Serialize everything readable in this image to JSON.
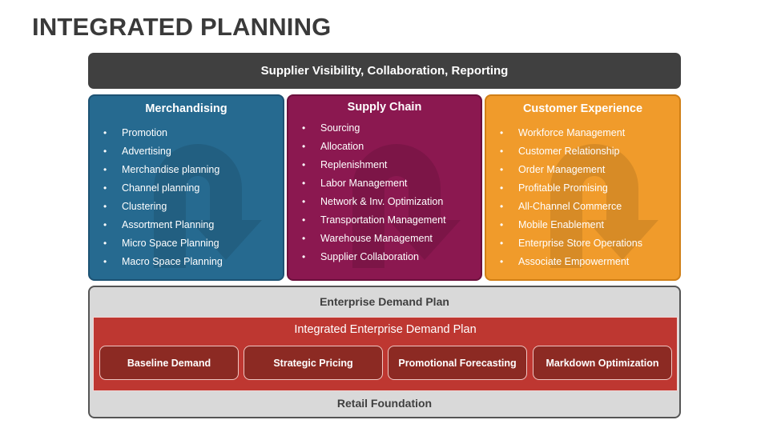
{
  "title": "INTEGRATED PLANNING",
  "top_bar": "Supplier Visibility, Collaboration, Reporting",
  "columns": [
    {
      "title": "Merchandising",
      "color": "#266a90",
      "items": [
        "Promotion",
        "Advertising",
        "Merchandise planning",
        "Channel planning",
        "Clustering",
        "Assortment Planning",
        "Micro Space Planning",
        "Macro Space Planning"
      ]
    },
    {
      "title": "Supply Chain",
      "color": "#8b1850",
      "items": [
        "Sourcing",
        "Allocation",
        "Replenishment",
        "Labor Management",
        "Network & Inv. Optimization",
        "Transportation Management",
        "Warehouse Management",
        "Supplier Collaboration"
      ]
    },
    {
      "title": "Customer Experience",
      "color": "#f09b2b",
      "items": [
        "Workforce Management",
        "Customer Relationship",
        "Order Management",
        "Profitable Promising",
        "All-Channel Commerce",
        "Mobile Enablement",
        "Enterprise Store Operations",
        "Associate Empowerment"
      ]
    }
  ],
  "bottom": {
    "top_label": "Enterprise Demand Plan",
    "band_title": "Integrated Enterprise Demand Plan",
    "pills": [
      "Baseline Demand",
      "Strategic Pricing",
      "Promotional Forecasting",
      "Markdown Optimization"
    ],
    "bottom_label": "Retail Foundation"
  }
}
